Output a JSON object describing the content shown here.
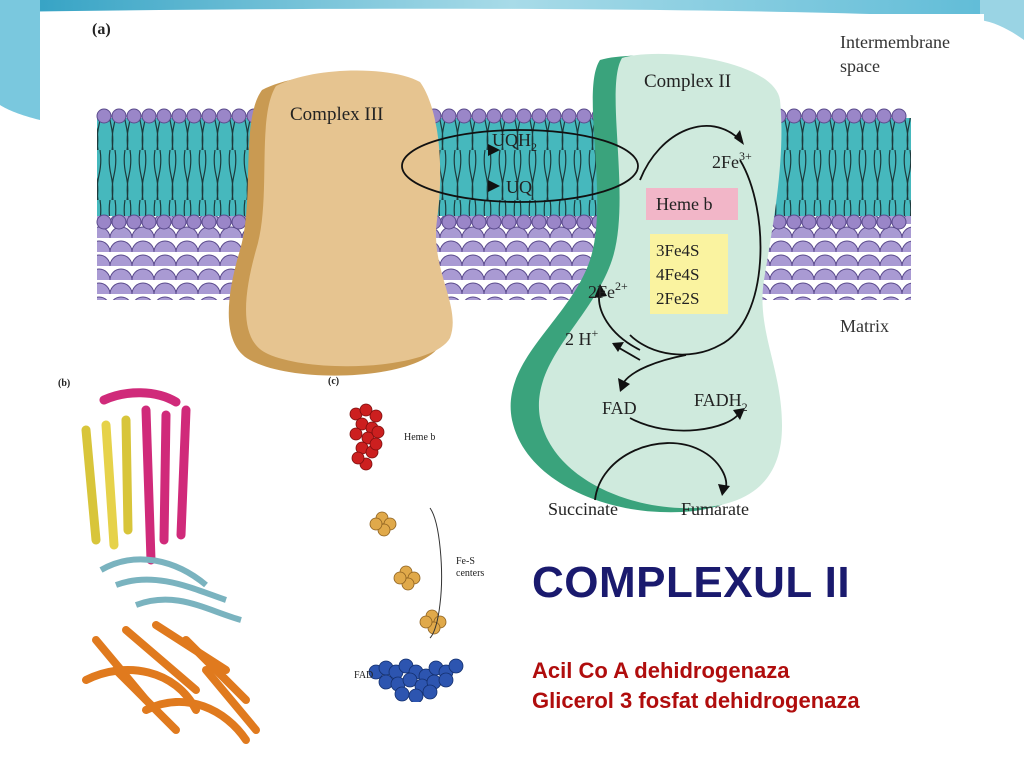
{
  "slide": {
    "title": "COMPLEXUL II",
    "subtitle_1": "Acil Co A dehidrogenaza",
    "subtitle_2": "Glicerol 3 fosfat dehidrogenaza"
  },
  "panel_a": {
    "label": "(a)",
    "intermembrane_1": "Intermembrane",
    "intermembrane_2": "space",
    "matrix": "Matrix",
    "complex3": "Complex III",
    "complex2": "Complex II",
    "uqh": "UQH",
    "uqh_sub": "2",
    "uq": "UQ",
    "fe3": "2Fe",
    "fe3_sup": "3+",
    "heme": "Heme b",
    "fes_1": "3Fe4S",
    "fes_2": "4Fe4S",
    "fes_3": "2Fe2S",
    "fe2": "2Fe",
    "fe2_sup": "2+",
    "h": "2 H",
    "h_sup": "+",
    "fad": "FAD",
    "fadh": "FADH",
    "fadh_sub": "2",
    "succinate": "Succinate",
    "fumarate": "Fumarate"
  },
  "panel_b": {
    "label": "(b)"
  },
  "panel_c": {
    "label": "(c)",
    "heme": "Heme b",
    "fes_1": "Fe-S",
    "fes_2": "centers",
    "fad": "FAD"
  },
  "colors": {
    "background_band": "#6ec6d8",
    "complex3_fill": "#e6c490",
    "complex3_edge": "#c99a52",
    "complex2_fill": "#cfeadd",
    "complex2_edge": "#3aa37c",
    "membrane_heads": "#9a86c8",
    "membrane_core": "#46b8bd",
    "heme_box": "#f2b6c8",
    "fes_box": "#faf3a0",
    "title_color": "#1a1a6e",
    "subtitle_color": "#b00d0d"
  }
}
